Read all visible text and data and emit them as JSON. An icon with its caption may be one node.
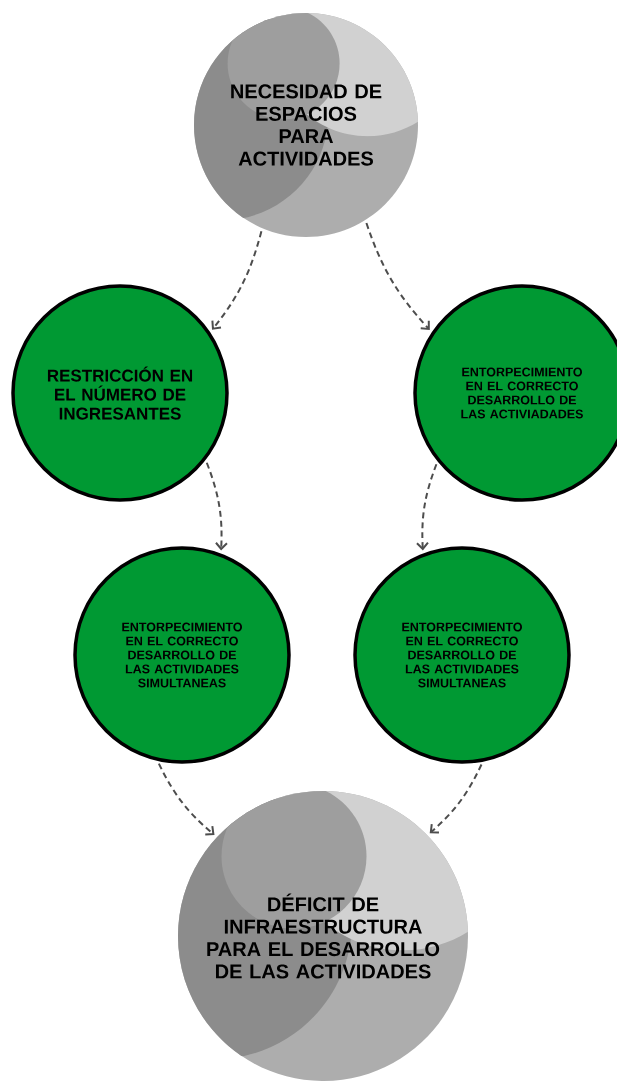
{
  "diagram": {
    "nodes": [
      {
        "text": [
          "NECESIDAD DE ESPACIOS PARA ACTIVIDADES"
        ]
      },
      {
        "text": [
          "RESTRICCIÓN EN EL NÚMERO DE INGRESANTES"
        ]
      },
      {
        "text": [
          "ENTORPECIMIENTO EN EL CORRECTO DESARROLLO DE LAS ACTIVIADADES"
        ]
      },
      {
        "text": [
          "ENTORPECIMIENTO EN EL CORRECTO DESARROLLO DE LAS ACTIVIDADES SIMULTANEAS"
        ]
      },
      {
        "text": [
          "ENTORPECIMIENTO EN EL CORRECTO DESARROLLO DE LAS ACTIVIDADES SIMULTANEAS"
        ]
      },
      {
        "text": [
          "DÉFICIT DE INFRAESTRUCTURA PARA EL DESARROLLO DE LAS ACTIVIDADES"
        ]
      }
    ],
    "edges": [
      {
        "from": 0,
        "to": 1,
        "arrow": "to",
        "style": "dashed"
      },
      {
        "from": 0,
        "to": 2,
        "arrow": "to",
        "style": "dashed"
      },
      {
        "from": 1,
        "to": 3,
        "arrow": "to",
        "style": "dashed"
      },
      {
        "from": 2,
        "to": 4,
        "arrow": "to",
        "style": "dashed"
      },
      {
        "from": 3,
        "to": 5,
        "arrow": "to",
        "style": "dashed"
      },
      {
        "from": 4,
        "to": 5,
        "arrow": "to",
        "style": "dashed"
      }
    ]
  }
}
